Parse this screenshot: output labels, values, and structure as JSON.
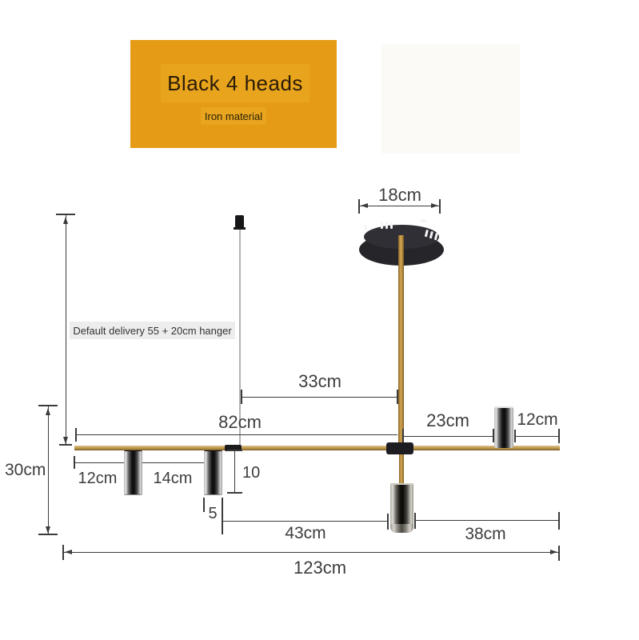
{
  "banner": {
    "title": "Black 4 heads",
    "material": "Iron material"
  },
  "annotations": {
    "delivery_note": "Default delivery 55 + 20cm hanger"
  },
  "dimensions": {
    "canopy_diameter": "18cm",
    "cable_to_rod": "33cm",
    "left_end_to_rod": "82cm",
    "rod_to_uplight": "23cm",
    "uplight_to_right_end": "12cm",
    "drop_height": "30cm",
    "left_end_to_spot1": "12cm",
    "spot1_to_spot2": "14cm",
    "spot_height": "10",
    "spot_diameter": "5",
    "left_to_pendant": "43cm",
    "pendant_to_right_end": "38cm",
    "total_length": "123cm"
  },
  "colors": {
    "banner_bg": "#e59b15",
    "bar_gold": "#b98f47",
    "metal_dark": "#232327",
    "dimension_line": "#3b3b3b",
    "note_bg": "#ededed"
  }
}
